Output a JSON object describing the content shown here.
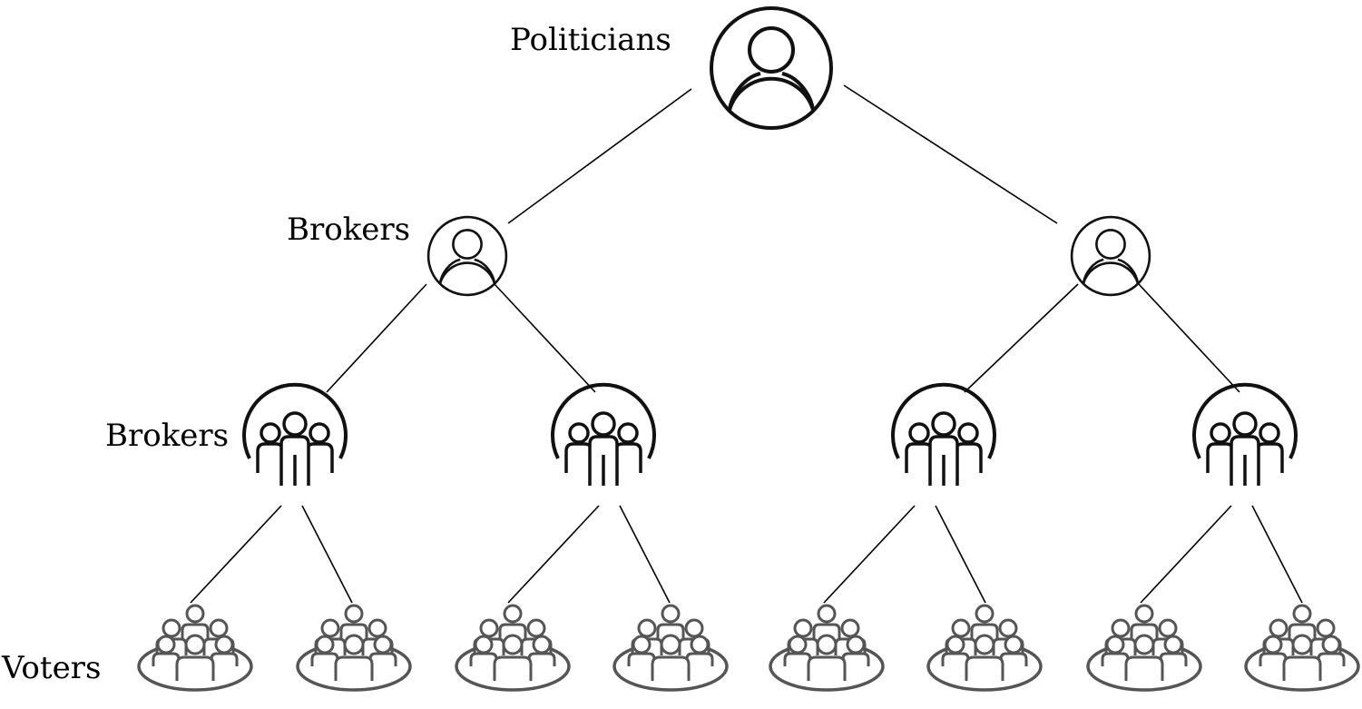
{
  "labels": {
    "politicians": "Politicians",
    "brokers_upper": "Brokers",
    "brokers_lower": "Brokers",
    "voters": "Voters"
  },
  "levels": [
    {
      "name": "Politicians",
      "count": 1
    },
    {
      "name": "Brokers",
      "count": 2
    },
    {
      "name": "Brokers",
      "count": 4
    },
    {
      "name": "Voters",
      "count": 8
    }
  ],
  "colors": {
    "line": "#000000",
    "icon_dark": "#111111",
    "voter_icon": "#555555"
  },
  "icons": {
    "politician": "person-circle-icon",
    "broker_upper": "person-circle-icon",
    "broker_lower": "group-arch-icon",
    "voter": "crowd-ellipse-icon"
  }
}
